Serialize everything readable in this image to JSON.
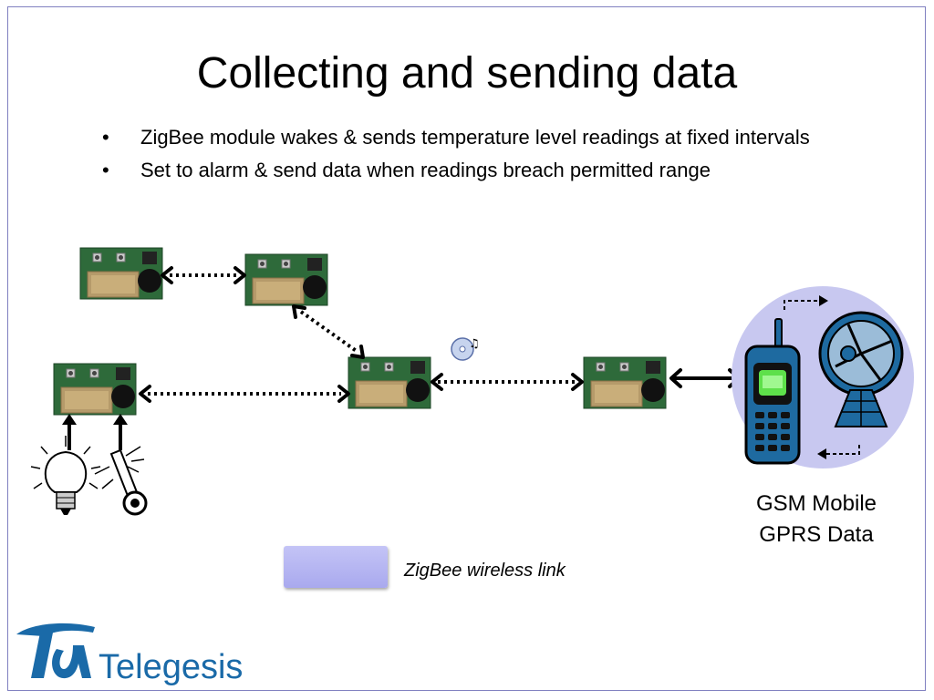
{
  "slide": {
    "title": "Collecting and sending data",
    "bullets": [
      "ZigBee module wakes & sends temperature level readings at fixed intervals",
      "Set to alarm & send data when readings breach permitted range"
    ]
  },
  "diagram": {
    "gsm_label_line1": "GSM Mobile",
    "gsm_label_line2": "GPRS Data",
    "legend_label": "ZigBee wireless link"
  },
  "brand": {
    "name": "Telegesis"
  },
  "colors": {
    "board_green": "#2e6a3a",
    "module_tan": "#b59a6a",
    "circle_fill": "#c8c8f0",
    "phone_body": "#1e6aa0",
    "screen_green": "#5ee04a",
    "logo_blue": "#1a6aa8"
  }
}
